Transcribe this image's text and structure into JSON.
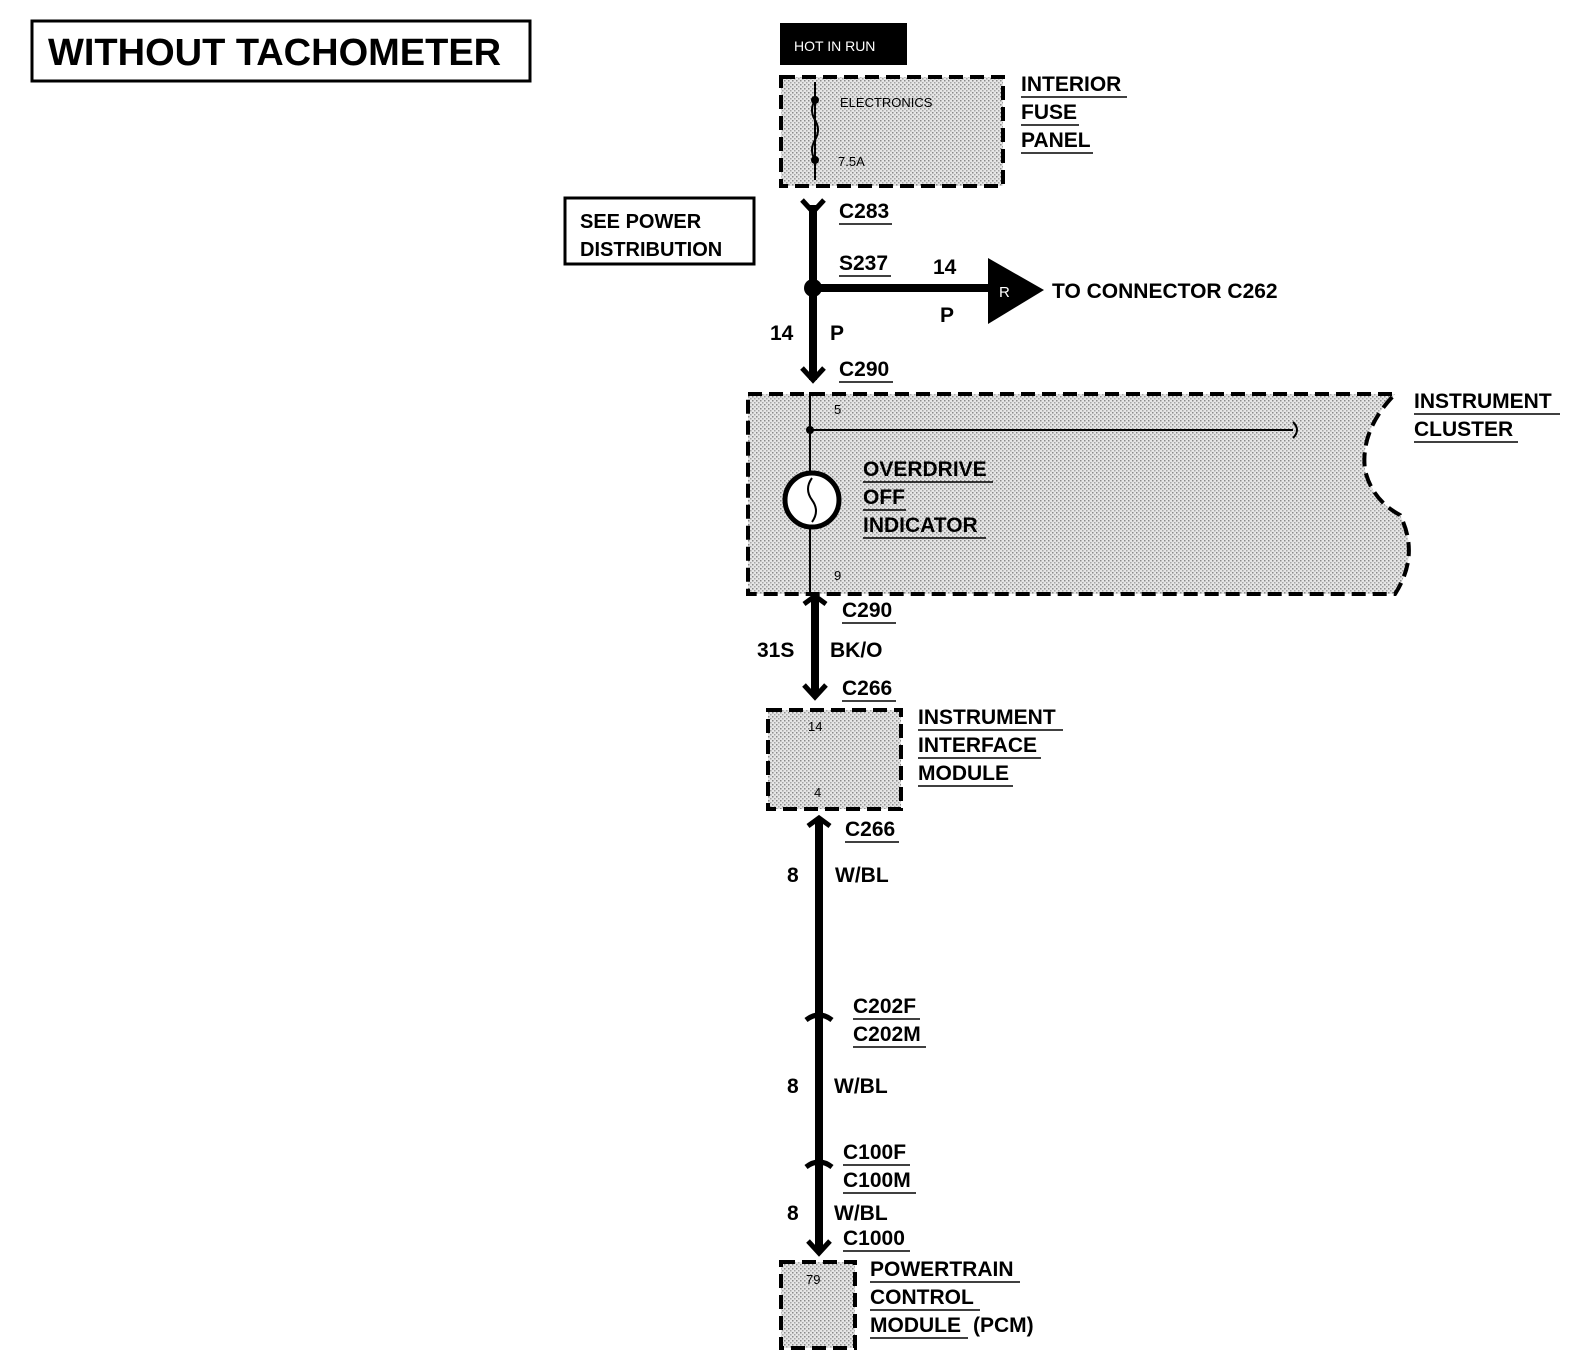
{
  "title": "WITHOUT TACHOMETER",
  "hot_in_run": "HOT IN RUN",
  "fuse_panel": {
    "fuse_name": "ELECTRONICS",
    "fuse_rating": "7.5A",
    "label": [
      "INTERIOR",
      "FUSE",
      "PANEL"
    ]
  },
  "see_power": [
    "SEE POWER",
    "DISTRIBUTION"
  ],
  "connectors": {
    "c283": "C283",
    "s237": "S237",
    "c290_top": "C290",
    "c290_bottom": "C290",
    "c266_top": "C266",
    "c266_bottom": "C266",
    "c202f": "C202F",
    "c202m": "C202M",
    "c100f": "C100F",
    "c100m": "C100M",
    "c1000": "C1000"
  },
  "branch": {
    "circuit": "14",
    "color": "P",
    "arrow_letter": "R",
    "destination": "TO CONNECTOR C262"
  },
  "wires": {
    "w1": {
      "circuit": "14",
      "color": "P"
    },
    "w2": {
      "circuit": "31S",
      "color": "BK/O"
    },
    "w3": {
      "circuit": "8",
      "color": "W/BL"
    },
    "w4": {
      "circuit": "8",
      "color": "W/BL"
    },
    "w5": {
      "circuit": "8",
      "color": "W/BL"
    }
  },
  "instrument_cluster": {
    "label": [
      "INSTRUMENT",
      "CLUSTER"
    ],
    "pin_top": "5",
    "pin_bottom": "9",
    "indicator": [
      "OVERDRIVE",
      "OFF",
      "INDICATOR"
    ]
  },
  "iim": {
    "label": [
      "INSTRUMENT",
      "INTERFACE",
      "MODULE"
    ],
    "pin_top": "14",
    "pin_bottom": "4"
  },
  "pcm": {
    "label": [
      "POWERTRAIN",
      "CONTROL",
      "MODULE",
      "(PCM)"
    ],
    "pin": "79"
  }
}
